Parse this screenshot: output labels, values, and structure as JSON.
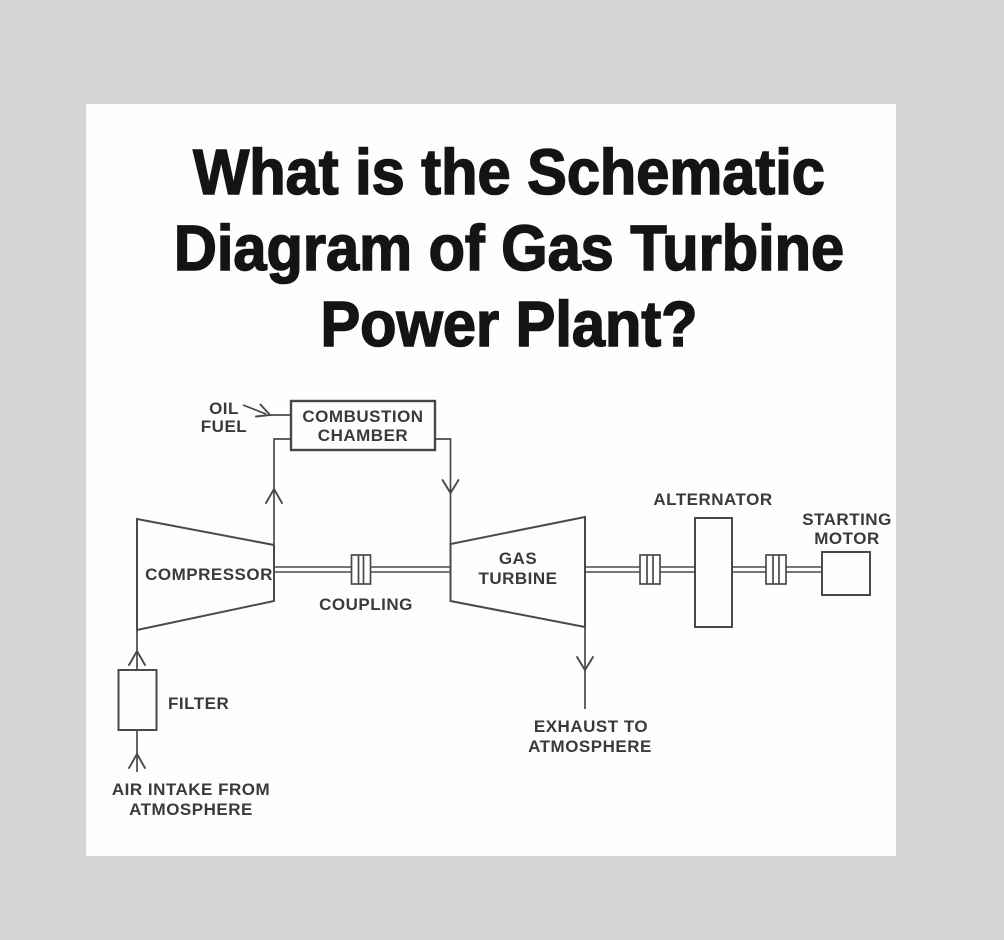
{
  "page": {
    "background_color": "#d6d6d6",
    "card_color": "#fefefe"
  },
  "title": {
    "lines": [
      "What is the Schematic",
      "Diagram of Gas Turbine",
      "Power Plant?"
    ],
    "color": "#141414"
  },
  "diagram": {
    "colors": {
      "line": "#4a4a4a",
      "label": "#3a3a3a"
    },
    "labels": {
      "oil_fuel_line1": "OIL",
      "oil_fuel_line2": "FUEL",
      "combustion_chamber_line1": "COMBUSTION",
      "combustion_chamber_line2": "CHAMBER",
      "compressor": "COMPRESSOR",
      "coupling": "COUPLING",
      "gas_turbine_line1": "GAS",
      "gas_turbine_line2": "TURBINE",
      "alternator": "ALTERNATOR",
      "starting_motor_line1": "STARTING",
      "starting_motor_line2": "MOTOR",
      "filter": "FILTER",
      "air_intake_line1": "AIR INTAKE FROM",
      "air_intake_line2": "ATMOSPHERE",
      "exhaust_line1": "EXHAUST TO",
      "exhaust_line2": "ATMOSPHERE"
    }
  }
}
